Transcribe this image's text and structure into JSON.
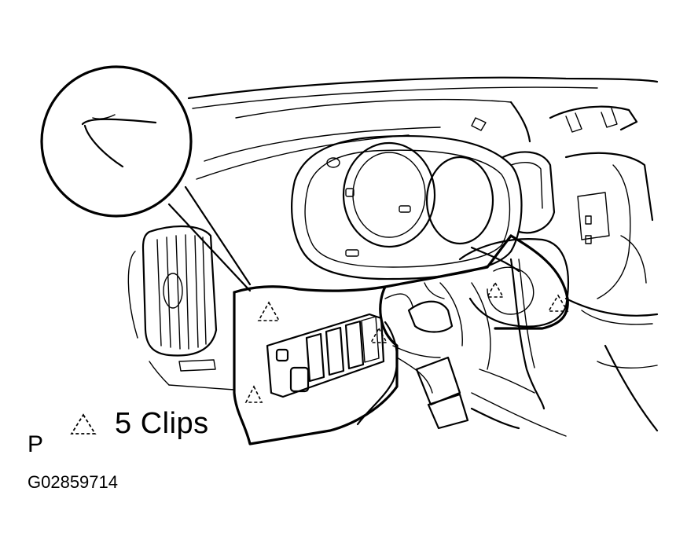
{
  "legend": {
    "label": "5 Clips",
    "icon": "dashed-triangle-clip-icon"
  },
  "view_mark": "P",
  "figure_id": "G02859714",
  "clip_count": 5,
  "colors": {
    "ink": "#000000",
    "background": "#ffffff"
  }
}
